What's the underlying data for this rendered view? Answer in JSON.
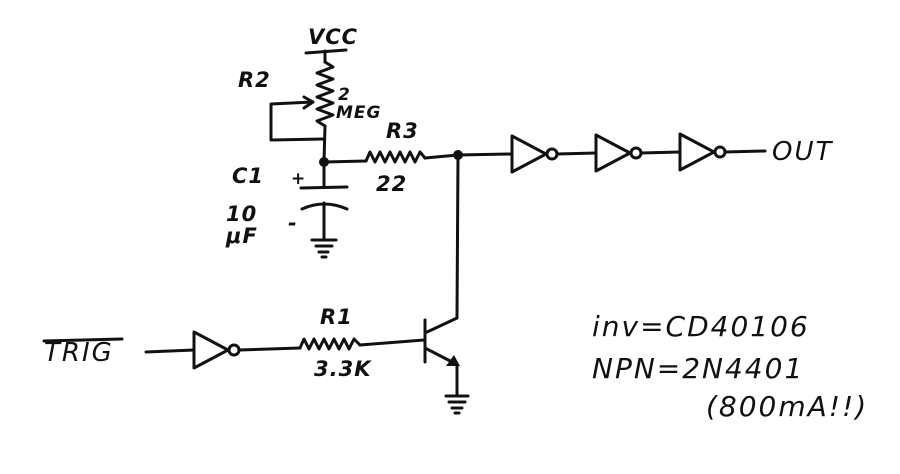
{
  "vcc": {
    "label": "VCC"
  },
  "r2": {
    "name": "R2",
    "value_line1": "2",
    "value_line2": "MEG"
  },
  "r3": {
    "name": "R3",
    "value": "22"
  },
  "c1": {
    "name": "C1",
    "value_line1": "10",
    "value_line2": "μF",
    "plus": "+",
    "minus": "-"
  },
  "r1": {
    "name": "R1",
    "value": "3.3K"
  },
  "trig": {
    "label": "TRIG"
  },
  "out": {
    "label": "OUT"
  },
  "notes": {
    "inv": "inv=CD40106",
    "npn": "NPN=2N4401",
    "current": "(800mA!!)"
  }
}
